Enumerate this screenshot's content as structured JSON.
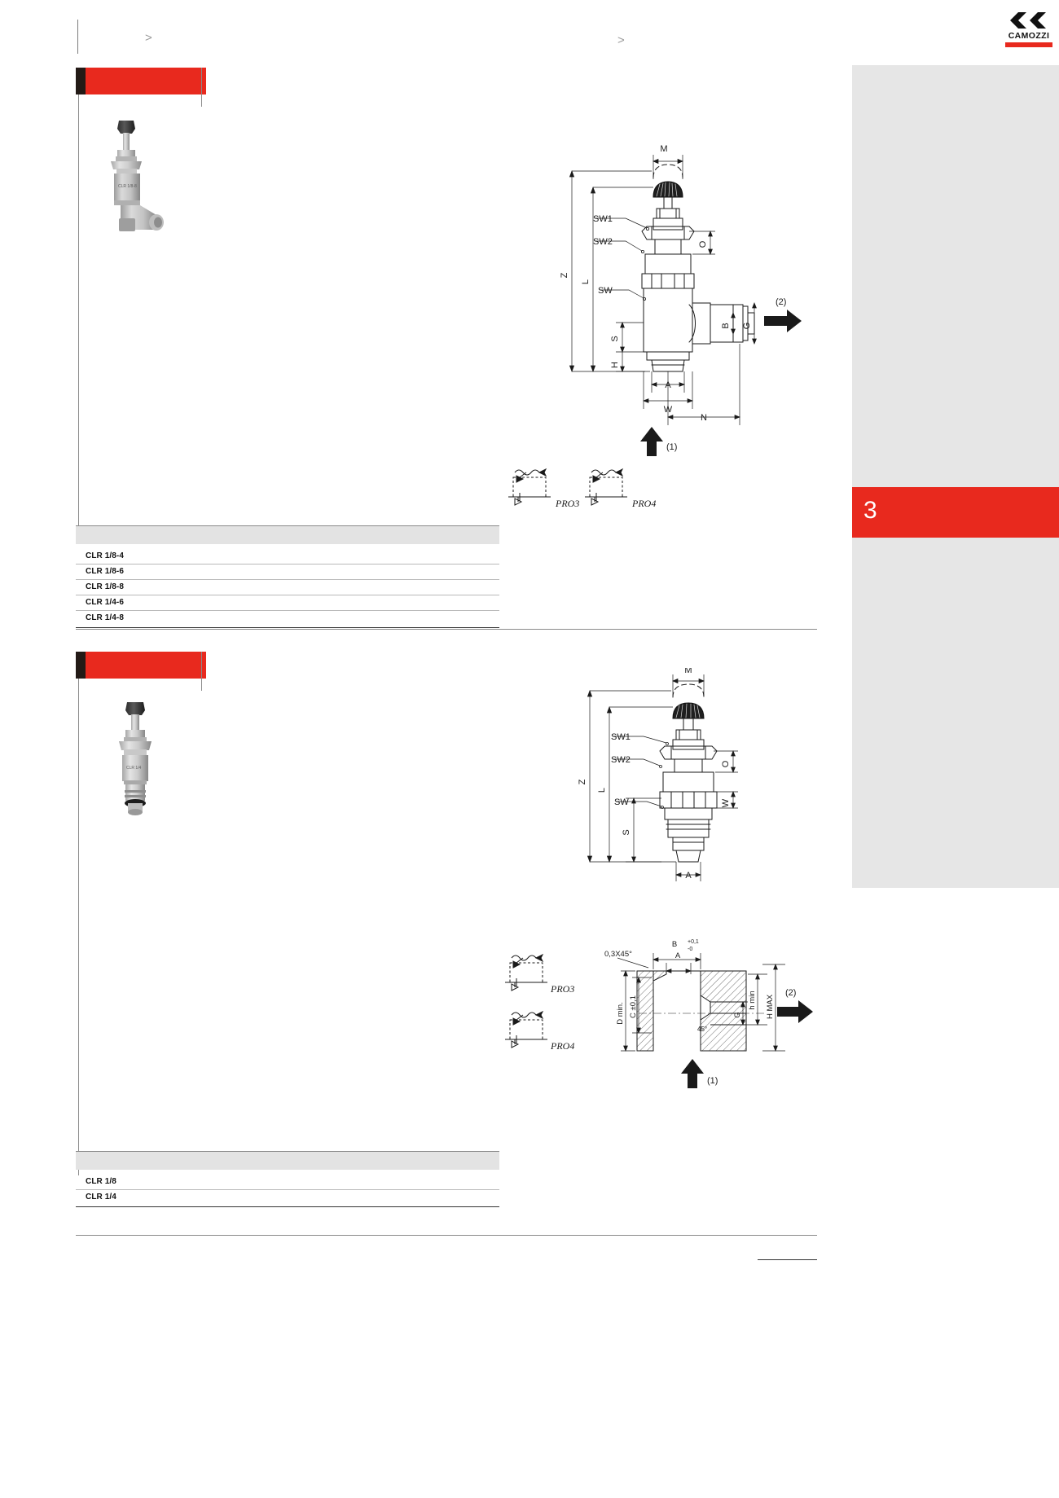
{
  "brand": {
    "name": "CAMOZZI",
    "accent_red": "#e8291e",
    "dark": "#231a16"
  },
  "header": {
    "breadcrumb_separator": ">",
    "crumb_1": "",
    "crumb_2": "",
    "crumb_3": ""
  },
  "side_tab": {
    "chapter_number": "3"
  },
  "sections": [
    {
      "id": "clr-inline",
      "title": "",
      "photo_caption": "CLR 1/8-8",
      "drawing": {
        "labels": [
          "M",
          "SW1",
          "SW2",
          "SW",
          "Z",
          "L",
          "O",
          "S",
          "H",
          "A",
          "W",
          "N",
          "B",
          "G"
        ],
        "flow_in": "(1)",
        "flow_out": "(2)"
      },
      "symbols": [
        {
          "name": "PRO3"
        },
        {
          "name": "PRO4"
        }
      ],
      "table": {
        "header_cells": [
          "",
          "",
          "",
          "",
          "",
          "",
          "",
          "",
          "",
          "",
          "",
          "",
          "",
          ""
        ],
        "rows": [
          {
            "part_number": "CLR 1/8-4"
          },
          {
            "part_number": "CLR 1/8-6"
          },
          {
            "part_number": "CLR 1/8-8"
          },
          {
            "part_number": "CLR 1/4-6"
          },
          {
            "part_number": "CLR 1/4-8"
          }
        ]
      }
    },
    {
      "id": "clr-cartridge",
      "title": "",
      "photo_caption": "CLR 1/4",
      "drawing": {
        "labels": [
          "M",
          "SW1",
          "SW2",
          "SW",
          "Z",
          "L",
          "O",
          "W",
          "S",
          "A"
        ],
        "flow_in": "(1)",
        "flow_out": "(2)"
      },
      "bore_detail": {
        "labels": [
          "0,3X45°",
          "B",
          "+0,1",
          "-0",
          "A",
          "h min",
          "H MAX",
          "C ±0,1",
          "D min.",
          "G",
          "45°"
        ]
      },
      "symbols": [
        {
          "name": "PRO3"
        },
        {
          "name": "PRO4"
        }
      ],
      "table": {
        "header_cells": [
          "",
          "",
          "",
          "",
          "",
          "",
          "",
          "",
          "",
          "",
          "",
          "",
          "",
          ""
        ],
        "rows": [
          {
            "part_number": "CLR 1/8"
          },
          {
            "part_number": "CLR 1/4"
          }
        ]
      }
    }
  ]
}
